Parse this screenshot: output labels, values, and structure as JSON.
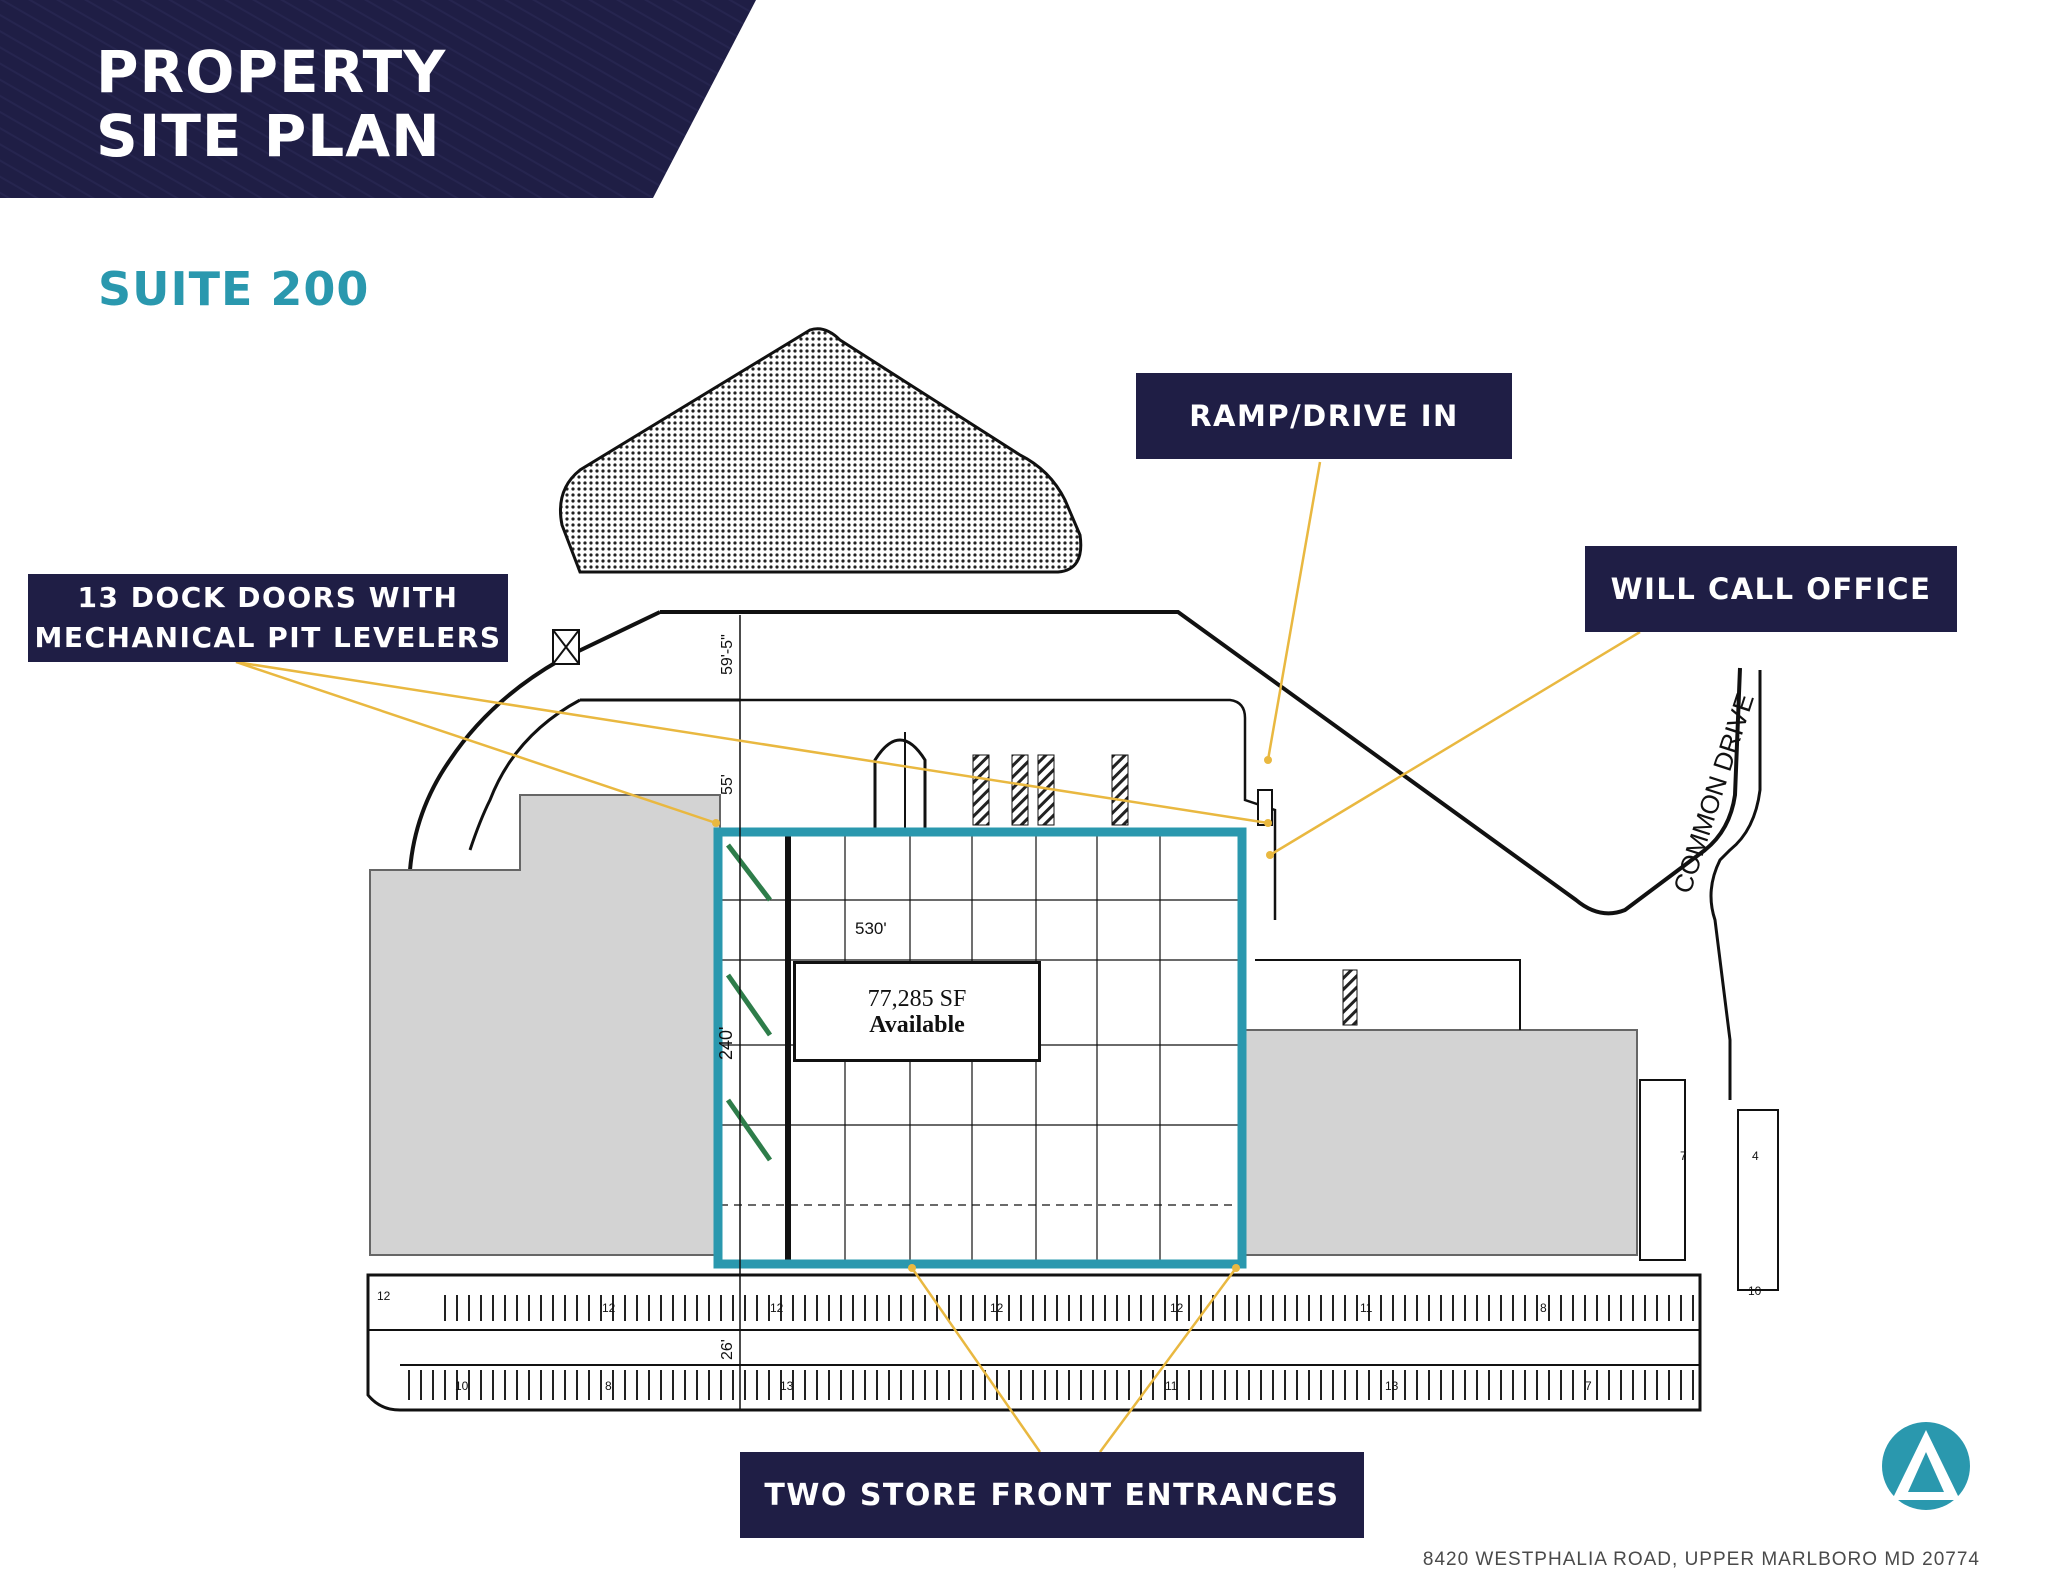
{
  "header": {
    "title_line1": "PROPERTY",
    "title_line2": "SITE PLAN"
  },
  "subtitle": "SUITE 200",
  "callouts": {
    "ramp": "RAMP/DRIVE IN",
    "will_call": "WILL CALL OFFICE",
    "dock_line1": "13 DOCK DOORS WITH",
    "dock_line2": "MECHANICAL PIT LEVELERS",
    "entrances": "TWO STORE FRONT ENTRANCES"
  },
  "plan": {
    "available_sf": "77,285 SF",
    "available_label": "Available",
    "dim_width": "530'",
    "dim_depth": "240'",
    "dim_top": "59'-5\"",
    "dim_truck": "55'",
    "dim_parking": "26'",
    "road_label": "COMMON DRIVE",
    "space_counts": [
      "12",
      "12",
      "12",
      "12",
      "12",
      "11",
      "7",
      "4",
      "10",
      "10",
      "8",
      "13",
      "11",
      "13",
      "7",
      "8"
    ]
  },
  "address": "8420 WESTPHALIA ROAD, UPPER MARLBORO MD 20774",
  "colors": {
    "navy": "#1f1e45",
    "teal": "#2a98ae",
    "gold": "#e9b840",
    "gray": "#d3d3d3"
  }
}
